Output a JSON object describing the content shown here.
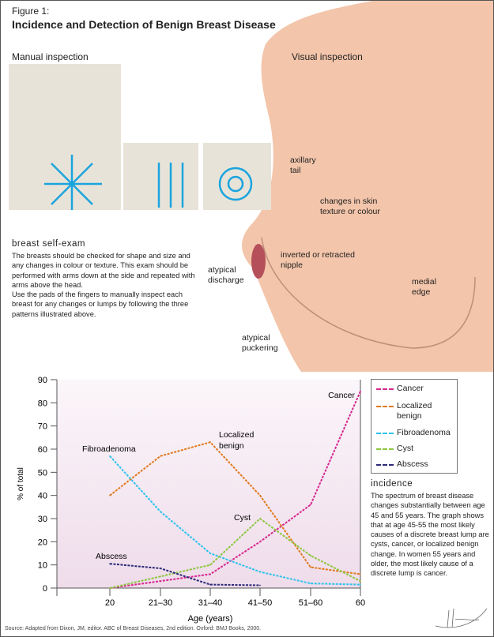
{
  "figure_label": "Figure 1:",
  "title": "Incidence and Detection of Benign Breast Disease",
  "manual_inspection": "Manual inspection",
  "visual_inspection": "Visual inspection",
  "annotations": {
    "axillary_tail": "axillary tail",
    "skin_changes": "changes in skin texture or colour",
    "inverted_nipple": "inverted or retracted nipple",
    "atypical_discharge": "atypical discharge",
    "medial_edge": "medial edge",
    "atypical_puckering": "atypical puckering"
  },
  "self_exam": {
    "title": "breast self-exam",
    "text": "The breasts should be checked for shape and size and any changes in colour or texture. This exam should be performed with arms down at the side and repeated with arms above the head.\nUse the pads of the fingers to manually inspect each breast for any changes or lumps by following the three patterns illustrated above."
  },
  "incidence": {
    "title": "incidence",
    "text": "The spectrum of breast disease changes substantially between age 45 and 55 years. The graph shows that at age 45-55 the most likely causes of a discrete breast lump are cysts, cancer, or localized benign change. In women 55 years and older, the most likely cause of a discrete lump is cancer."
  },
  "source": "Source: Adapted from Dixon, JM, editor. ABC of Breast Diseases, 2nd edition. Oxford: BMJ Books, 2000.",
  "chart_data": {
    "type": "line",
    "xlabel": "Age (years)",
    "ylabel": "% of total",
    "ylim": [
      0,
      90
    ],
    "yticks": [
      0,
      10,
      20,
      30,
      40,
      50,
      60,
      70,
      80,
      90
    ],
    "categories": [
      "20",
      "21–30",
      "31–40",
      "41–50",
      "51–60",
      "60"
    ],
    "legend_position": "right",
    "series": [
      {
        "name": "Cancer",
        "label": "Cancer",
        "color": "#d6288f",
        "values": [
          0,
          3,
          6,
          20,
          36,
          85
        ]
      },
      {
        "name": "Localized benign",
        "label": "Localized benign",
        "color": "#e07a1f",
        "values": [
          40,
          57,
          63,
          40,
          9,
          6
        ]
      },
      {
        "name": "Fibroadenoma",
        "label": "Fibroadenoma",
        "color": "#2ec3ee",
        "values": [
          57,
          33,
          15,
          7,
          2,
          1.5
        ]
      },
      {
        "name": "Cyst",
        "label": "Cyst",
        "color": "#8cc63f",
        "values": [
          0,
          5,
          10,
          30,
          14,
          3
        ]
      },
      {
        "name": "Abscess",
        "label": "Abscess",
        "color": "#2b2a7a",
        "values": [
          10.5,
          8.5,
          1.5,
          1.2,
          null,
          null
        ]
      }
    ]
  }
}
